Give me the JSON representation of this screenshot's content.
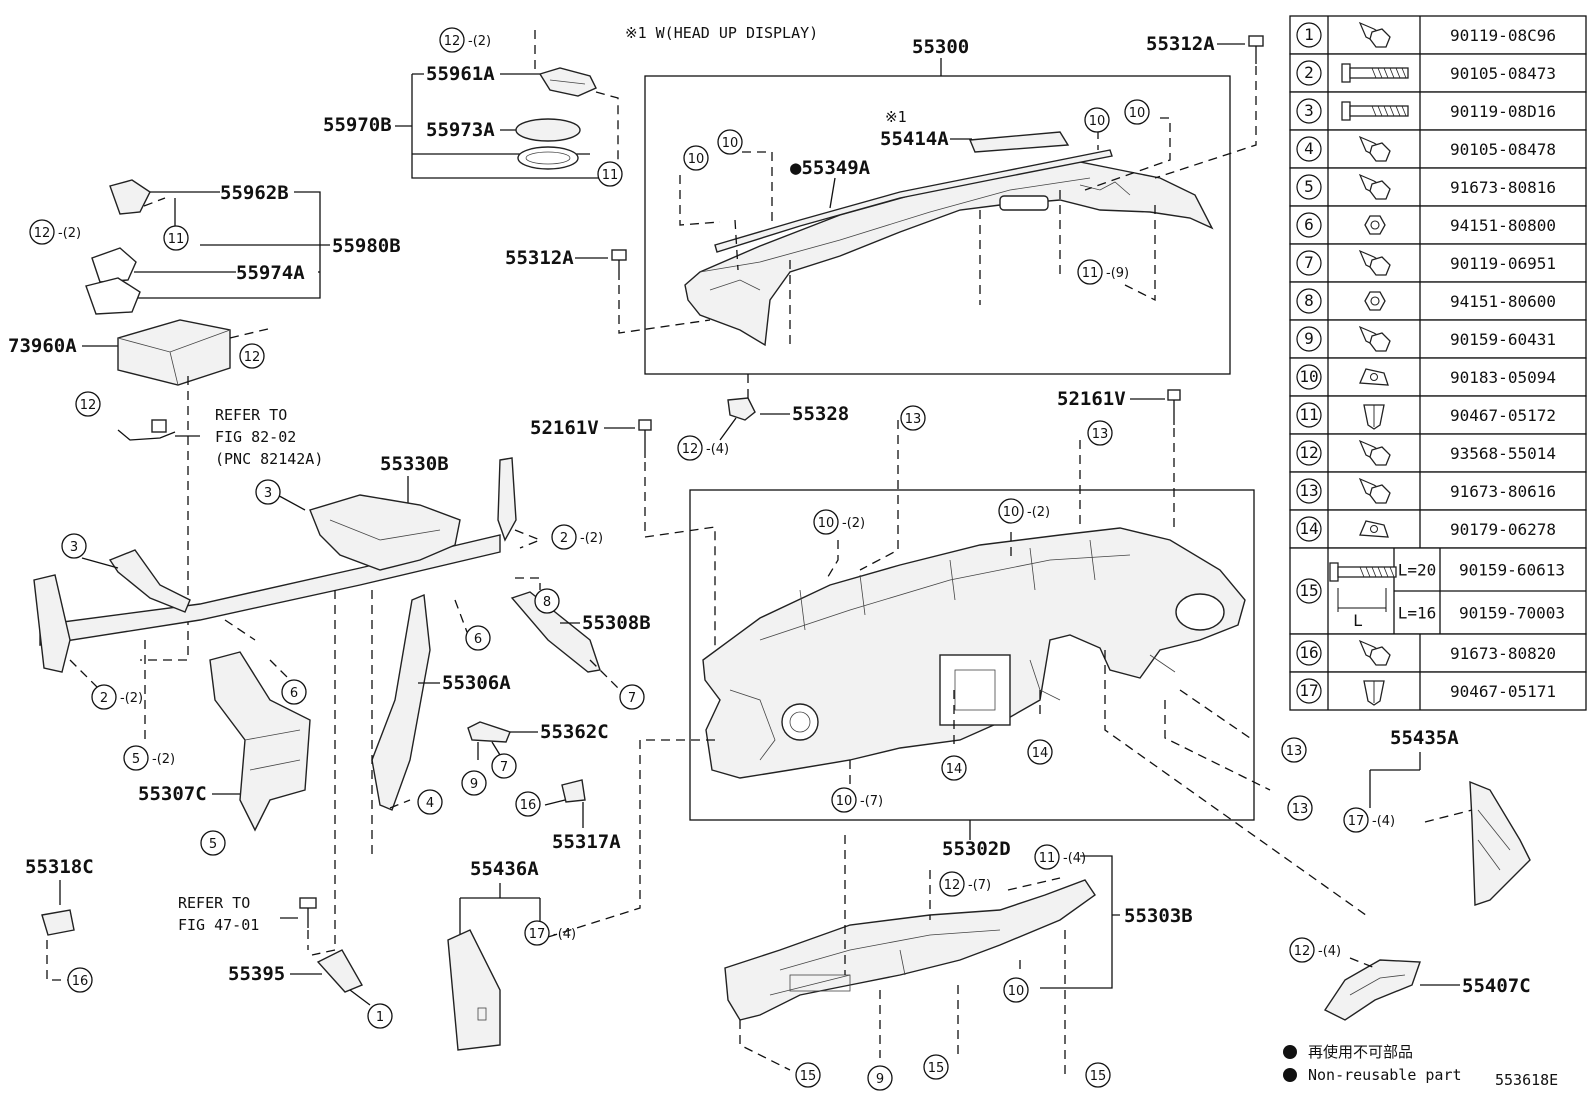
{
  "header_note": "※1  W(HEAD UP DISPLAY)",
  "figure_id": "553618E",
  "legend": {
    "jp": "再使用不可部品",
    "en": "Non-reusable part"
  },
  "main_labels": {
    "p55300": "55300",
    "p55312A_top": "55312A",
    "p55312A_left": "55312A",
    "p55414A": "55414A",
    "p55414A_note": "※1",
    "p55349A": "●55349A",
    "p55328": "55328",
    "p52161V_left": "52161V",
    "p52161V_right": "52161V",
    "p55961A": "55961A",
    "p55970B": "55970B",
    "p55973A": "55973A",
    "p55962B": "55962B",
    "p55980B": "55980B",
    "p55974A": "55974A",
    "p73960A": "73960A",
    "p55330B": "55330B",
    "p55308B": "55308B",
    "p55306A": "55306A",
    "p55362C": "55362C",
    "p55307C": "55307C",
    "p55317A": "55317A",
    "p55318C": "55318C",
    "p55436A": "55436A",
    "p55395": "55395",
    "p55302D": "55302D",
    "p55303B": "55303B",
    "p55435A": "55435A",
    "p55407C": "55407C"
  },
  "refer_notes": {
    "fig82": [
      "REFER TO",
      "FIG 82-02",
      "(PNC 82142A)"
    ],
    "fig47": [
      "REFER TO",
      "FIG 47-01"
    ]
  },
  "callouts": [
    {
      "n": "12",
      "q": "(2)"
    },
    {
      "n": "11",
      "q": ""
    },
    {
      "n": "12",
      "q": "(2)"
    },
    {
      "n": "11",
      "q": ""
    },
    {
      "n": "12",
      "q": ""
    },
    {
      "n": "12",
      "q": ""
    },
    {
      "n": "10",
      "q": ""
    },
    {
      "n": "10",
      "q": ""
    },
    {
      "n": "10",
      "q": ""
    },
    {
      "n": "10",
      "q": ""
    },
    {
      "n": "11",
      "q": "(9)"
    },
    {
      "n": "12",
      "q": "(4)"
    },
    {
      "n": "13",
      "q": ""
    },
    {
      "n": "13",
      "q": ""
    },
    {
      "n": "10",
      "q": "(2)"
    },
    {
      "n": "10",
      "q": "(2)"
    },
    {
      "n": "3",
      "q": ""
    },
    {
      "n": "3",
      "q": ""
    },
    {
      "n": "2",
      "q": "(2)"
    },
    {
      "n": "8",
      "q": ""
    },
    {
      "n": "6",
      "q": ""
    },
    {
      "n": "6",
      "q": ""
    },
    {
      "n": "7",
      "q": ""
    },
    {
      "n": "2",
      "q": "(2)"
    },
    {
      "n": "5",
      "q": "(2)"
    },
    {
      "n": "4",
      "q": ""
    },
    {
      "n": "9",
      "q": ""
    },
    {
      "n": "7",
      "q": ""
    },
    {
      "n": "16",
      "q": ""
    },
    {
      "n": "5",
      "q": ""
    },
    {
      "n": "14",
      "q": ""
    },
    {
      "n": "14",
      "q": ""
    },
    {
      "n": "10",
      "q": "(7)"
    },
    {
      "n": "13",
      "q": ""
    },
    {
      "n": "13",
      "q": ""
    },
    {
      "n": "17",
      "q": "(4)"
    },
    {
      "n": "11",
      "q": "(4)"
    },
    {
      "n": "12",
      "q": "(7)"
    },
    {
      "n": "10",
      "q": ""
    },
    {
      "n": "17",
      "q": "(4)"
    },
    {
      "n": "16",
      "q": ""
    },
    {
      "n": "1",
      "q": ""
    },
    {
      "n": "12",
      "q": "(4)"
    },
    {
      "n": "15",
      "q": ""
    },
    {
      "n": "9",
      "q": ""
    },
    {
      "n": "15",
      "q": ""
    },
    {
      "n": "15",
      "q": ""
    }
  ],
  "fastener_table": [
    {
      "n": "1",
      "icon": "flange-bolt-icon",
      "pn": "90119-08C96"
    },
    {
      "n": "2",
      "icon": "long-bolt-icon",
      "pn": "90105-08473"
    },
    {
      "n": "3",
      "icon": "long-bolt-icon",
      "pn": "90119-08D16"
    },
    {
      "n": "4",
      "icon": "flange-bolt-icon",
      "pn": "90105-08478"
    },
    {
      "n": "5",
      "icon": "flange-bolt-icon",
      "pn": "91673-80816"
    },
    {
      "n": "6",
      "icon": "nut-icon",
      "pn": "94151-80800"
    },
    {
      "n": "7",
      "icon": "flange-bolt-icon",
      "pn": "90119-06951"
    },
    {
      "n": "8",
      "icon": "nut-icon",
      "pn": "94151-80600"
    },
    {
      "n": "9",
      "icon": "flange-bolt-icon",
      "pn": "90159-60431"
    },
    {
      "n": "10",
      "icon": "clip-nut-icon",
      "pn": "90183-05094"
    },
    {
      "n": "11",
      "icon": "push-clip-icon",
      "pn": "90467-05172"
    },
    {
      "n": "12",
      "icon": "flange-bolt-icon",
      "pn": "93568-55014"
    },
    {
      "n": "13",
      "icon": "flange-bolt-icon",
      "pn": "91673-80616"
    },
    {
      "n": "14",
      "icon": "clip-nut-icon",
      "pn": "90179-06278"
    },
    {
      "n": "15",
      "icon": "long-bolt-icon",
      "sub": [
        {
          "len": "L=20",
          "pn": "90159-60613"
        },
        {
          "len": "L=16",
          "pn": "90159-70003"
        }
      ],
      "dim": "L"
    },
    {
      "n": "16",
      "icon": "flange-bolt-icon",
      "pn": "91673-80820"
    },
    {
      "n": "17",
      "icon": "push-clip-icon",
      "pn": "90467-05171"
    }
  ]
}
